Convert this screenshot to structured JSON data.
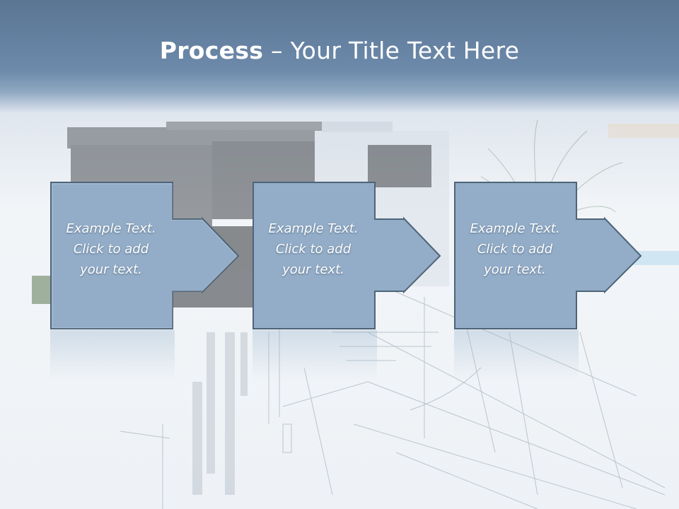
{
  "slide": {
    "title_strong": "Process",
    "title_rest": " – Your Title Text Here"
  },
  "steps": [
    {
      "line1": "Example Text.",
      "line2": "Click  to add",
      "line3": "your text."
    },
    {
      "line1": "Example Text.",
      "line2": "Click  to add",
      "line3": "your text."
    },
    {
      "line1": "Example Text.",
      "line2": "Click  to add",
      "line3": "your text."
    }
  ],
  "colors": {
    "title_band": "#6d8aab",
    "box_fill": "#93adc8",
    "box_border": "#4e6478",
    "text": "#ffffff"
  }
}
